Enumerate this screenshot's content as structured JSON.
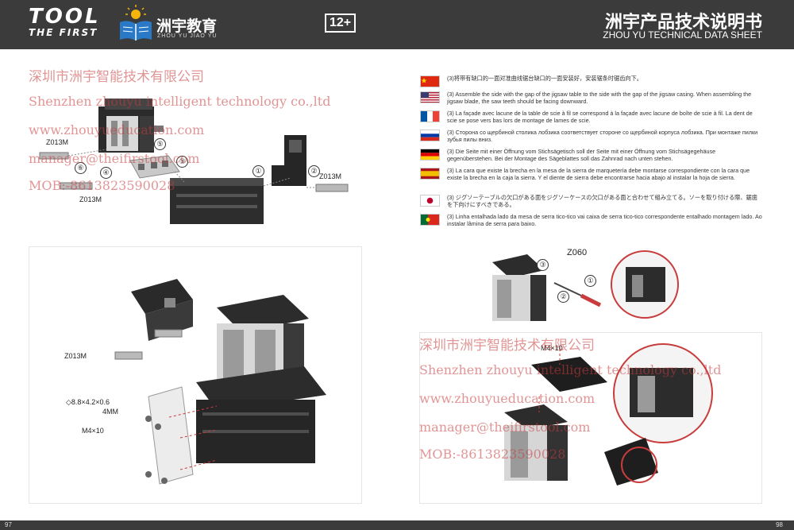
{
  "header": {
    "logo_line1": "TOOL",
    "logo_line2": "THE FIRST",
    "brand_cn": "洲宇教育",
    "brand_pinyin": "ZHOU YU JIAO YU",
    "age_badge": "12+",
    "title_cn": "洲宇产品技术说明书",
    "title_en": "ZHOU YU TECHNICAL DATA SHEET"
  },
  "footer": {
    "page_left": "97",
    "page_right": "98"
  },
  "watermark_left": {
    "company_cn": "深圳市洲宇智能技术有限公司",
    "company_en": "Shenzhen zhouyu intelligent technology co.,ltd",
    "web": "www.zhouyueducation.com",
    "email": "manager@theifirstool.com",
    "mob": "MOB:-8613823590028"
  },
  "watermark_right": {
    "company_cn": "深圳市洲宇智能技术有限公司",
    "company_en": "Shenzhen zhouyu intelligent technology co.,ltd",
    "web": "www.zhouyueducation.com",
    "email": "manager@theifirstool.com",
    "mob": "MOB:-8613823590028"
  },
  "figure1_labels": {
    "z013m_a": "Z013M",
    "z013m_b": "Z013M",
    "z013m_c": "Z013M",
    "c1": "①",
    "c2": "②",
    "c3": "③",
    "c4": "④",
    "c5": "⑤",
    "c6": "⑥"
  },
  "figure2_labels": {
    "z013m": "Z013M",
    "oring": "◇8.8×4.2×0.6",
    "m4mm": "4MM",
    "m4x10": "M4×10"
  },
  "figure3_labels": {
    "z060": "Z060",
    "c1": "①",
    "c2": "②",
    "c3": "③"
  },
  "figure4_labels": {
    "m4x10": "M4×10"
  },
  "instructions": [
    {
      "lang": "zh",
      "flag": "china",
      "text": "(3)将带有缺口的一面对准曲线锯台缺口的一面安装好，安装锯条时锯齿向下。"
    },
    {
      "lang": "en",
      "flag": "usa",
      "text": "(3) Assemble the side with the gap of the jigsaw table to the side with the gap of the jigsaw casing. When assembling the jigsaw blade, the saw teeth should be facing downward."
    },
    {
      "lang": "fr",
      "flag": "france",
      "text": "(3) La façade avec lacune de la table de scie à fil se correspond à la façade avec lacune de boîte de scie à fil. La dent de scie se pose vers bas lors de montage de lames de scie."
    },
    {
      "lang": "ru",
      "flag": "russia",
      "text": "(3) Сторона со щербиной столика лобзика соответствует стороне со щербиной корпуса лобзика. При монтаже пилки зубья пилы вниз."
    },
    {
      "lang": "de",
      "flag": "germany",
      "text": "(3) Die Seite mit einer Öffnung vom Stichsägetisch soll der Seite mit einer Öffnung vom Stichsägegehäuse gegenüberstehen. Bei der Montage des Sägeblattes soll das Zahnrad nach unten stehen."
    },
    {
      "lang": "es",
      "flag": "spain",
      "text": "(3) La cara que existe la brecha en la mesa de la sierra de marquetería debe montarse correspondiente con la cara que existe la brecha en la caja la sierra. Y el diente de sierra debe encontrarse hacia abajo al instalar la hoja de sierra."
    },
    {
      "lang": "ja",
      "flag": "japan",
      "text": "(3) ジグソーテーブルの欠口がある面をジグソーケースの欠口がある面と合わせて組み立てる。ソーを取り付ける際、鋸歯を下向けにすべきである。"
    },
    {
      "lang": "pt",
      "flag": "portugal",
      "text": "(3) Linha entalhada lado da mesa de serra tico-tico vai caixa de serra tico-tico correspondente entalhado montagem lado. Ao instalar lâmina de serra para baixo."
    }
  ],
  "colors": {
    "bar": "#3b3b3b",
    "watermark": "#c83c3c"
  }
}
